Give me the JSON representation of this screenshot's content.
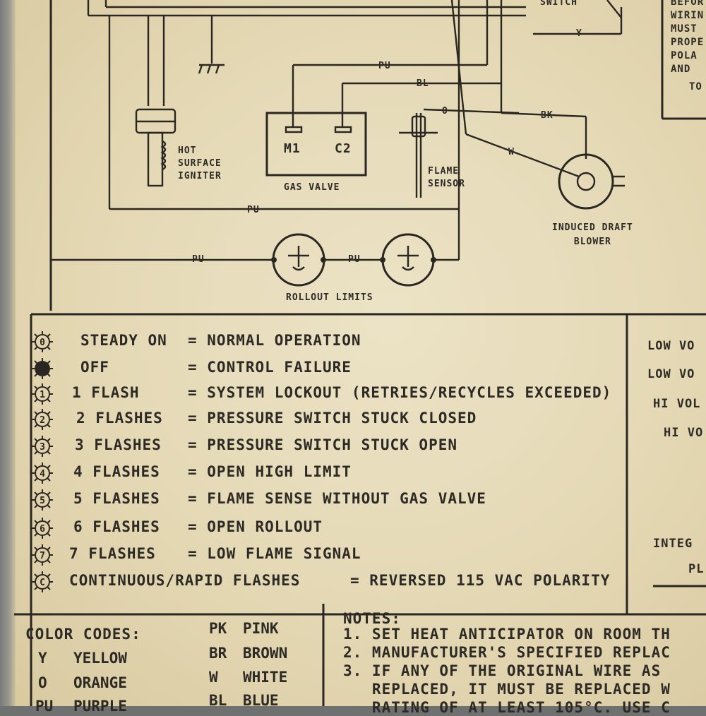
{
  "diagram": {
    "top_right_label": "SWITCH",
    "warning_lines": [
      "BEFOR",
      "WIRIN",
      "MUST",
      "PROPE",
      "POLA",
      "AND",
      "TO"
    ],
    "wire_labels": {
      "y": "Y",
      "pu1": "PU",
      "bl": "BL",
      "o": "O",
      "bk": "BK",
      "w": "W",
      "pu2": "PU",
      "pu3": "PU",
      "pu4": "PU"
    },
    "components": {
      "igniter": [
        "HOT",
        "SURFACE",
        "IGNITER"
      ],
      "gas_valve": "GAS VALVE",
      "m1": "M1",
      "c2": "C2",
      "flame_sensor": [
        "FLAME",
        "SENSOR"
      ],
      "blower": [
        "INDUCED DRAFT",
        "BLOWER"
      ],
      "rollout": "ROLLOUT LIMITS"
    }
  },
  "led_legend": [
    {
      "icon": "0",
      "status": "STEADY ON",
      "meaning": "= NORMAL OPERATION"
    },
    {
      "icon": "off",
      "status": "OFF",
      "meaning": "= CONTROL FAILURE"
    },
    {
      "icon": "1",
      "status": "1 FLASH",
      "meaning": "= SYSTEM LOCKOUT (RETRIES/RECYCLES EXCEEDED)"
    },
    {
      "icon": "2",
      "status": "2 FLASHES",
      "meaning": "= PRESSURE SWITCH STUCK CLOSED"
    },
    {
      "icon": "3",
      "status": "3 FLASHES",
      "meaning": "= PRESSURE SWITCH STUCK OPEN"
    },
    {
      "icon": "4",
      "status": "4 FLASHES",
      "meaning": "= OPEN HIGH LIMIT"
    },
    {
      "icon": "5",
      "status": "5 FLASHES",
      "meaning": "= FLAME SENSE WITHOUT GAS VALVE"
    },
    {
      "icon": "6",
      "status": "6 FLASHES",
      "meaning": "= OPEN ROLLOUT"
    },
    {
      "icon": "7",
      "status": "7 FLASHES",
      "meaning": "= LOW FLAME SIGNAL"
    },
    {
      "icon": "C",
      "status": "CONTINUOUS/RAPID FLASHES",
      "meaning": "= REVERSED 115 VAC POLARITY"
    }
  ],
  "right_table": [
    "LOW VO",
    "LOW VO",
    "HI VOL",
    "HI VO",
    "INTEG",
    "PL"
  ],
  "color_codes": {
    "title": "COLOR CODES:",
    "left": [
      [
        "Y",
        "YELLOW"
      ],
      [
        "O",
        "ORANGE"
      ],
      [
        "PU",
        "PURPLE"
      ]
    ],
    "right": [
      [
        "PK",
        "PINK"
      ],
      [
        "BR",
        "BROWN"
      ],
      [
        "W",
        "WHITE"
      ],
      [
        "BL",
        "BLUE"
      ]
    ]
  },
  "notes": {
    "title": "NOTES:",
    "lines": [
      "1. SET HEAT ANTICIPATOR ON ROOM TH",
      "2. MANUFACTURER'S SPECIFIED REPLAC",
      "3. IF ANY OF THE ORIGINAL WIRE AS",
      "   REPLACED, IT MUST BE REPLACED W",
      "   RATING OF AT LEAST 105°C. USE C"
    ]
  }
}
